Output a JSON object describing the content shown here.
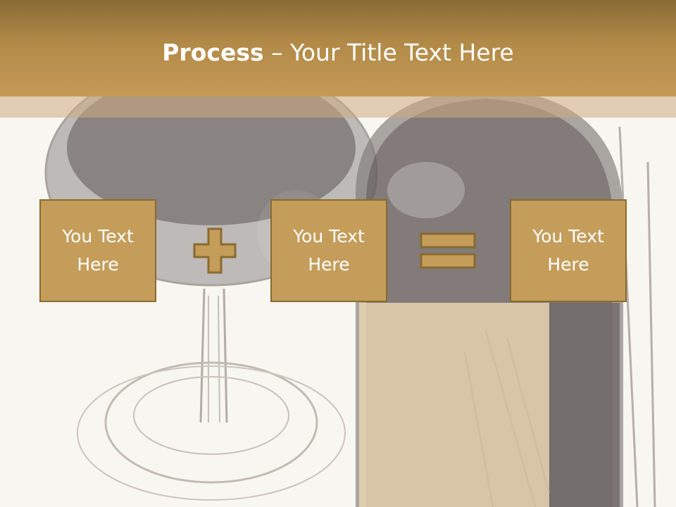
{
  "slide": {
    "title_bold": "Process",
    "title_rest": " – Your Title Text Here",
    "operator_plus": "plus",
    "operator_equals": "equals"
  },
  "process": [
    {
      "text": "You Text\nHere"
    },
    {
      "text": "You Text\nHere"
    },
    {
      "text": "You Text\nHere"
    }
  ],
  "colors": {
    "header": "#b28a48",
    "box_fill": "#c59d5a",
    "box_border": "#8a6a2e",
    "background": "#f8f6f1"
  }
}
